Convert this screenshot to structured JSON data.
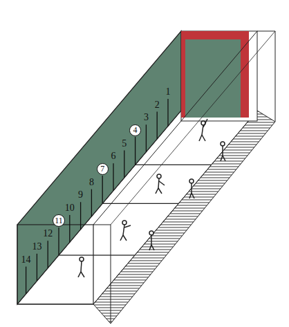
{
  "diagram": {
    "nodes": [
      {
        "text": [
          "4"
        ]
      },
      {
        "text": [
          "7"
        ]
      },
      {
        "text": [
          "11"
        ]
      }
    ],
    "labels": [
      "1",
      "2",
      "3",
      "5",
      "6",
      "8",
      "9",
      "10",
      "12",
      "13",
      "14"
    ]
  }
}
